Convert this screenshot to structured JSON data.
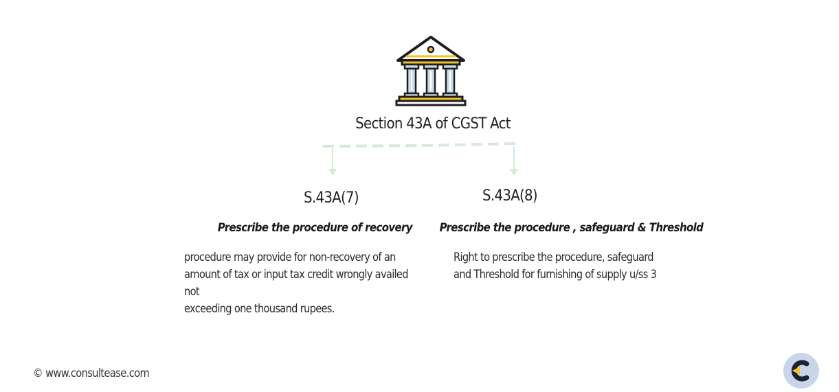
{
  "diagram": {
    "title": "Section 43A of CGST Act",
    "icon": "bank-building-icon",
    "branches": [
      {
        "title": "S.43A(7)",
        "subtitle": "Prescribe the procedure of recovery",
        "description_lines": [
          "procedure may provide for non-recovery of an",
          "amount of tax or input tax credit wrongly availed not",
          "exceeding one thousand rupees."
        ]
      },
      {
        "title": "S.43A(8)",
        "subtitle": "Prescribe the procedure , safeguard & Threshold",
        "description_lines": [
          "Right to prescribe the procedure, safeguard",
          "and Threshold for furnishing of supply u/ss 3"
        ]
      }
    ]
  },
  "footer": {
    "copyright": "© www.consultease.com",
    "logo_icon": "consultease-logo-icon"
  },
  "colors": {
    "connector": "#d6ead6",
    "icon_outline": "#1e1e1e",
    "icon_gold": "#f2c230",
    "icon_pillar": "#c9dcec",
    "logo_bg": "#c9d6ea"
  }
}
